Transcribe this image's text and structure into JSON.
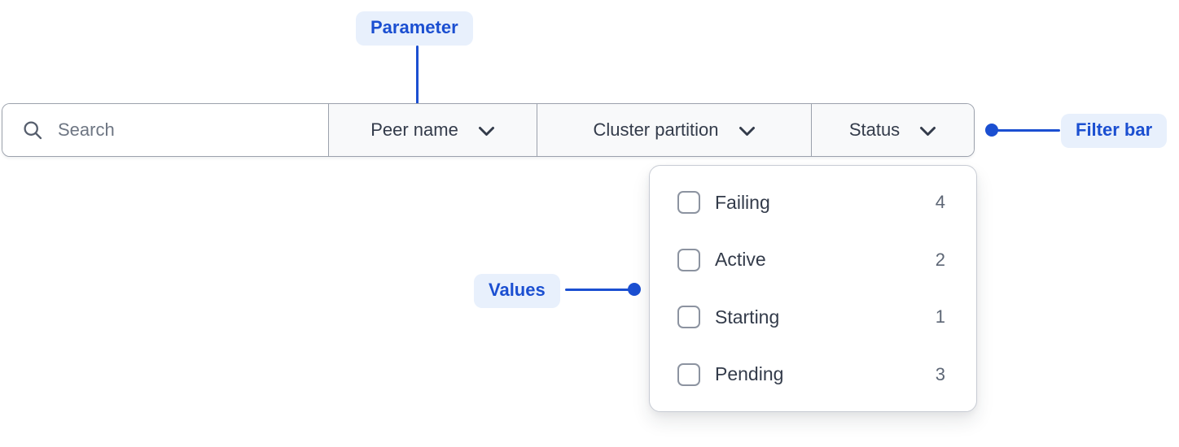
{
  "annotations": {
    "parameter": {
      "label": "Parameter"
    },
    "filter_bar": {
      "label": "Filter bar"
    },
    "values": {
      "label": "Values"
    }
  },
  "filter_bar": {
    "search": {
      "placeholder": "Search",
      "value": ""
    },
    "dropdowns": [
      {
        "label": "Peer name"
      },
      {
        "label": "Cluster partition"
      },
      {
        "label": "Status"
      }
    ]
  },
  "status_dropdown": {
    "options": [
      {
        "label": "Failing",
        "count": "4",
        "checked": false
      },
      {
        "label": "Active",
        "count": "2",
        "checked": false
      },
      {
        "label": "Starting",
        "count": "1",
        "checked": false
      },
      {
        "label": "Pending",
        "count": "3",
        "checked": false
      }
    ]
  },
  "icons": {
    "search": "search-icon",
    "chevron": "chevron-down-icon"
  },
  "colors": {
    "accent_blue": "#1b4fd1",
    "badge_background": "#e8f0fc",
    "bar_border": "#9ba1ac",
    "section_background": "#f8f9fa",
    "text_dark": "#333b4a",
    "text_muted": "#5d6675"
  }
}
